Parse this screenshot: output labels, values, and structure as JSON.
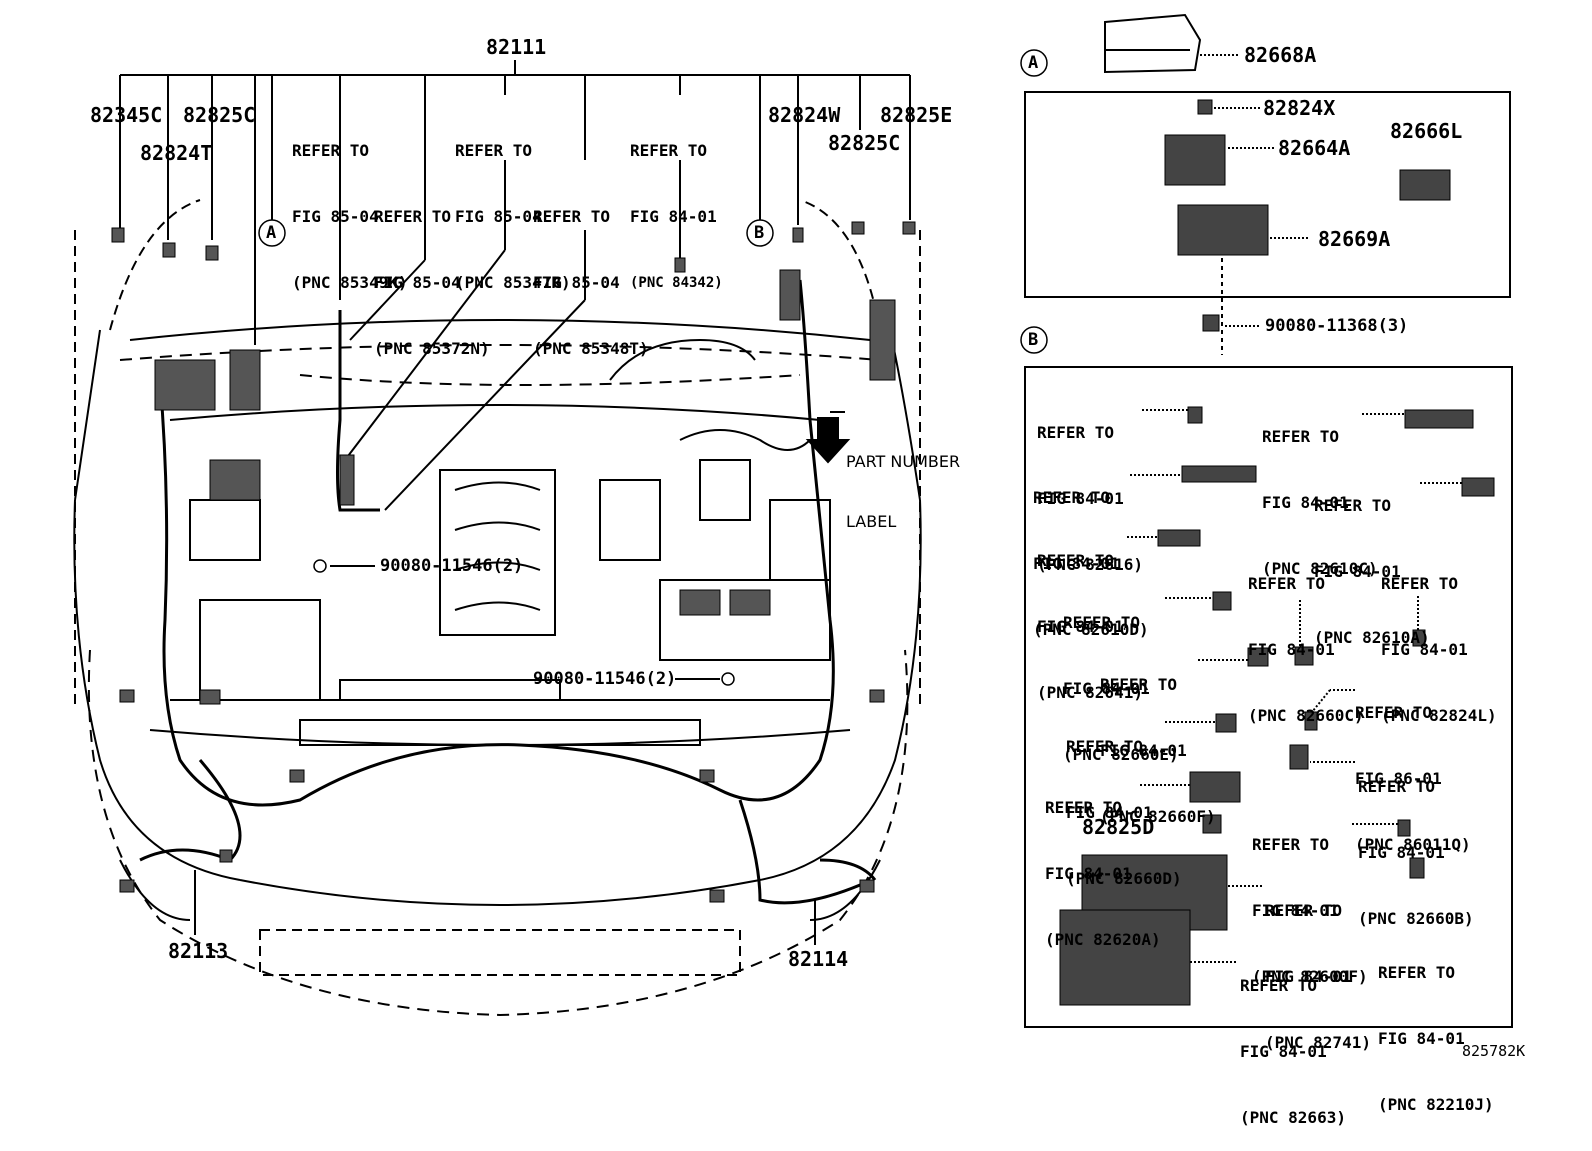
{
  "main_assembly": "82111",
  "left_callouts": {
    "c1": "82345C",
    "c2": "82825C",
    "c3": "82824T",
    "circle_a": "A",
    "circle_b": "B"
  },
  "refer_blocks": {
    "r1": [
      "REFER TO",
      "FIG 85-04",
      "(PNC 85349K)"
    ],
    "r2": [
      "REFER TO",
      "FIG 85-04",
      "(PNC 85372N)"
    ],
    "r3": [
      "REFER TO",
      "FIG 85-04",
      "(PNC 85347R)"
    ],
    "r4": [
      "REFER TO",
      "FIG 85-04",
      "(PNC 85348T)"
    ],
    "r5": [
      "REFER TO",
      "FIG 84-01",
      "(PNC 84342)"
    ]
  },
  "right_callouts": {
    "c1": "82824W",
    "c2": "82825E",
    "c3": "82825C"
  },
  "part_label": [
    "PART NUMBER",
    "LABEL"
  ],
  "bolts": {
    "b1": "90080-11546(2)",
    "b2": "90080-11546(2)"
  },
  "bottom_callouts": {
    "left": "82113",
    "right": "82114"
  },
  "detail_a": {
    "circle": "A",
    "top": "82668A",
    "items": [
      "82824X",
      "82664A",
      "82666L",
      "82669A"
    ],
    "bolt": "90080-11368(3)"
  },
  "detail_b": {
    "circle": "B",
    "refs": [
      [
        "REFER TO",
        "FIG 84-01",
        "(PNC 82616)"
      ],
      [
        "REFER TO",
        "FIG 84-01",
        "(PNC 82610C)"
      ],
      [
        "REFER TO",
        "FIG 84-01",
        "(PNC 82610D)"
      ],
      [
        "REFER TO",
        "FIG 84-01",
        "(PNC 82610A)"
      ],
      [
        "REFER TO",
        "FIG 84-01",
        "(PNC 82641)"
      ],
      [
        "REFER TO",
        "FIG 84-01",
        "(PNC 82660C)"
      ],
      [
        "REFER TO",
        "FIG 84-01",
        "(PNC 82824L)"
      ],
      [
        "REFER TO",
        "FIG 84-01",
        "(PNC 82660E)"
      ],
      [
        "REFER TO",
        "FIG 84-01",
        "(PNC 82660F)"
      ],
      [
        "REFER TO",
        "FIG 86-01",
        "(PNC 86011Q)"
      ],
      [
        "REFER TO",
        "FIG 84-01",
        "(PNC 82660D)"
      ],
      [
        "REFER TO",
        "FIG 84-01",
        "(PNC 82660B)"
      ],
      [
        "REFER TO",
        "FIG 84-01",
        "(PNC 82620A)"
      ],
      [
        "REFER TO",
        "FIG 84-01",
        "(PNC 82600F)"
      ],
      [
        "REFER TO",
        "FIG 84-01",
        "(PNC 82741)"
      ],
      [
        "REFER TO",
        "FIG 84-01",
        "(PNC 82210J)"
      ],
      [
        "REFER TO",
        "FIG 84-01",
        "(PNC 82663)"
      ]
    ],
    "part": "82825D"
  },
  "figure_id": "825782K"
}
